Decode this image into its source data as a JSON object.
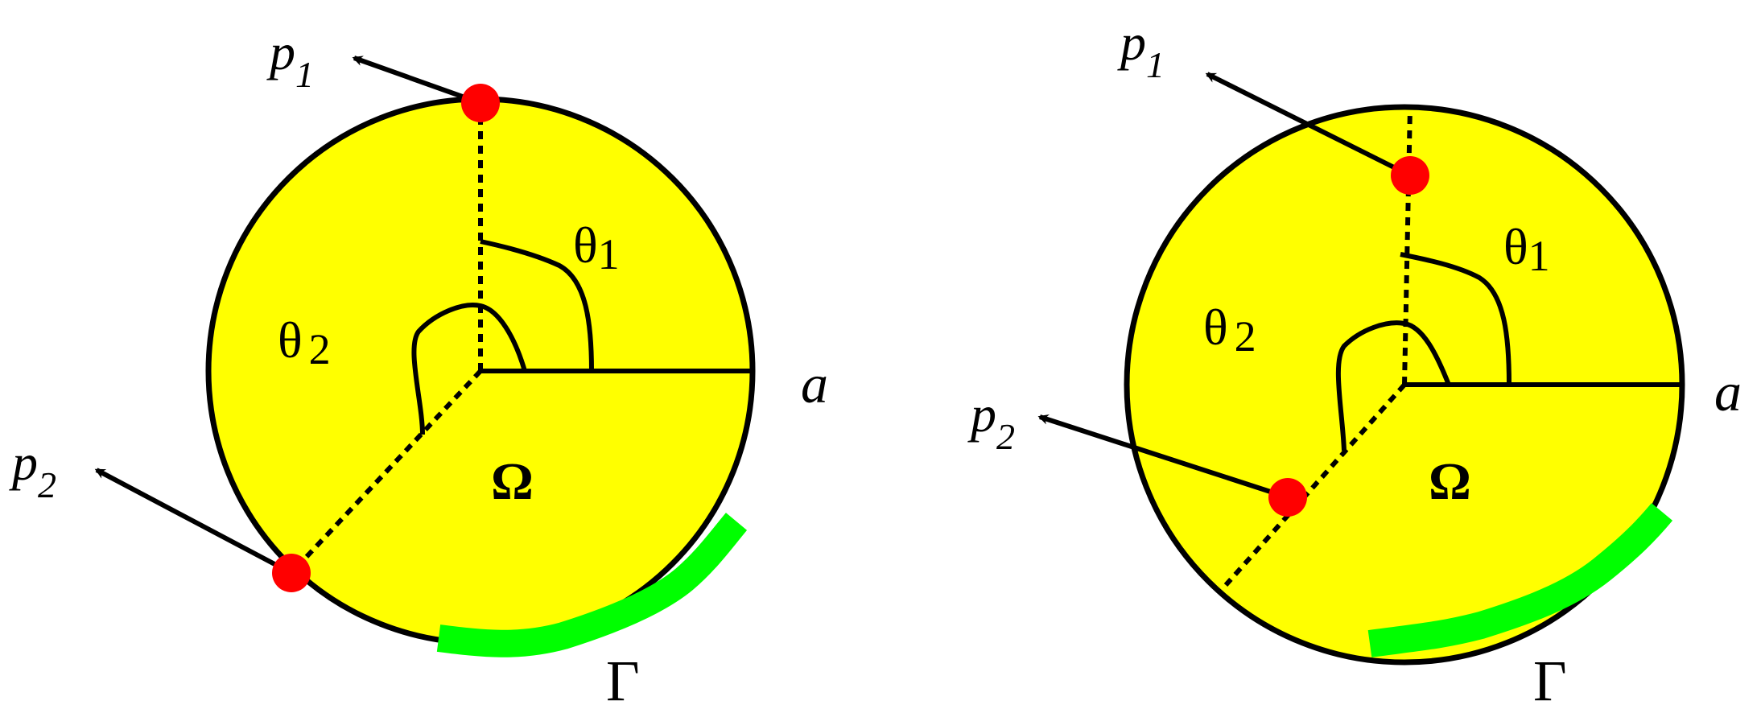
{
  "colors": {
    "region_fill": "#ffff00",
    "outline": "#000000",
    "point": "#ff0000",
    "boundary_gamma": "#00ff00",
    "background": "#ffffff"
  },
  "panels": [
    {
      "labels": {
        "p1_base": "p",
        "p1_sub": "1",
        "p2_base": "p",
        "p2_sub": "2",
        "theta1_base": "θ",
        "theta1_sub": "1",
        "theta2_base": "θ",
        "theta2_sub": "2",
        "radius": "a",
        "domain": "Ω",
        "boundary": "Γ"
      }
    },
    {
      "labels": {
        "p1_base": "p",
        "p1_sub": "1",
        "p2_base": "p",
        "p2_sub": "2",
        "theta1_base": "θ",
        "theta1_sub": "1",
        "theta2_base": "θ",
        "theta2_sub": "2",
        "radius": "a",
        "domain": "Ω",
        "boundary": "Γ"
      }
    }
  ]
}
